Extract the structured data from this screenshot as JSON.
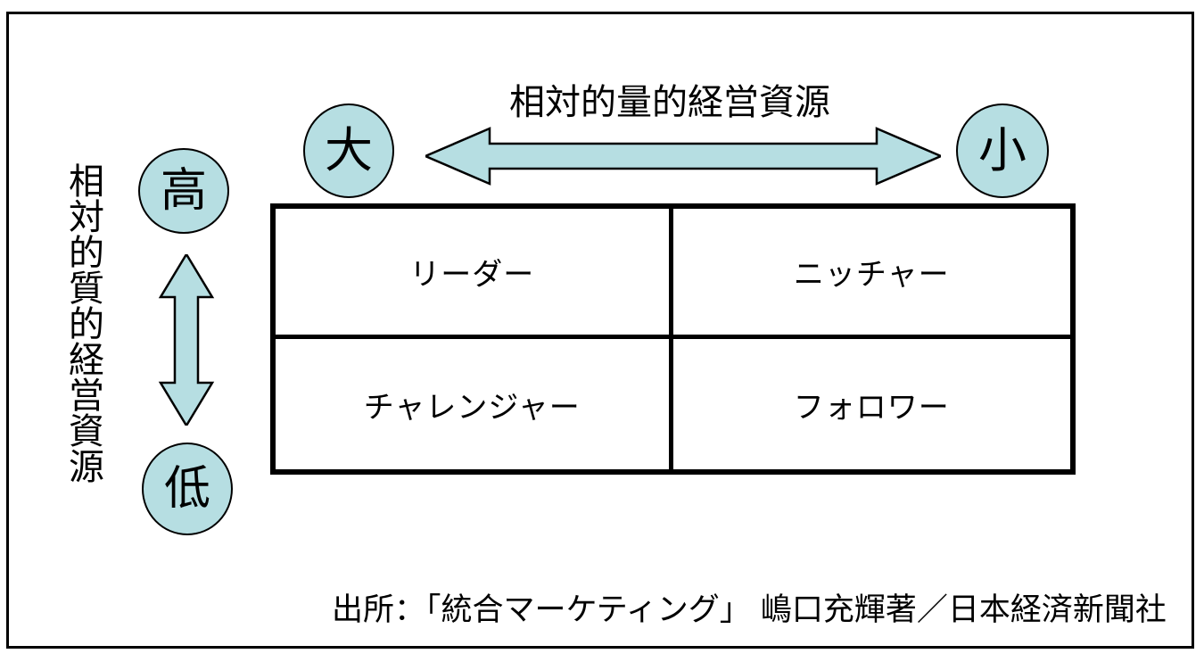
{
  "diagram": {
    "axes": {
      "vertical_label": "相対的質的経営資源",
      "horizontal_label": "相対的量的経営資源"
    },
    "bubbles": {
      "high": "高",
      "low": "低",
      "large": "大",
      "small": "小"
    },
    "matrix": {
      "cells": [
        {
          "label": "リーダー"
        },
        {
          "label": "ニッチャー"
        },
        {
          "label": "チャレンジャー"
        },
        {
          "label": "フォロワー"
        }
      ]
    },
    "source": "出所：「統合マーケティング」 嶋口充輝著／日本経済新聞社",
    "colors": {
      "bubble_fill": "#b6dee2",
      "arrow_fill": "#b6dee2",
      "stroke": "#000000",
      "background": "#ffffff"
    },
    "icons": {
      "horizontal_arrow": "double-headed-horizontal-arrow-icon",
      "vertical_arrow": "double-headed-vertical-arrow-icon"
    }
  }
}
